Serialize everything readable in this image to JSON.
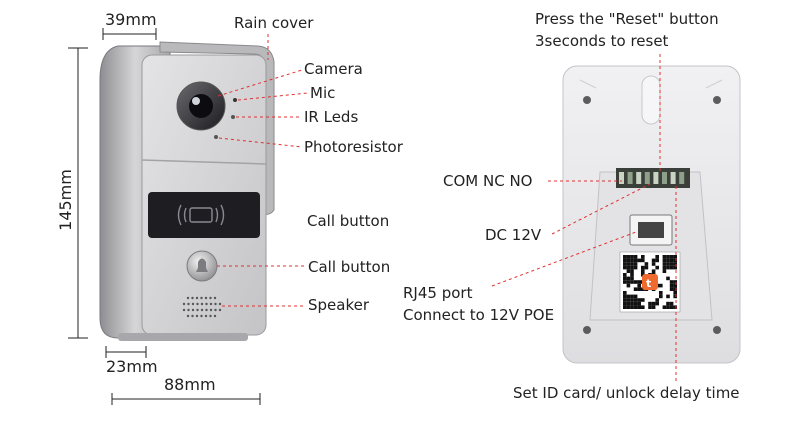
{
  "dimensions": {
    "width_top": "39mm",
    "height": "145mm",
    "depth_bottom": "23mm",
    "width_bottom": "88mm"
  },
  "front_labels": {
    "rain_cover": "Rain cover",
    "camera": "Camera",
    "mic": "Mic",
    "ir_leds": "IR Leds",
    "photoresistor": "Photoresistor",
    "card_area": "Call button",
    "call_button": "Call button",
    "speaker": "Speaker"
  },
  "back_labels": {
    "reset_line1": "Press the \"Reset\" button",
    "reset_line2": "3seconds to reset",
    "com_nc_no": "COM NC NO",
    "dc_12v": "DC 12V",
    "rj45_line1": "RJ45 port",
    "rj45_line2": "Connect to 12V POE",
    "set_id": "Set ID card/ unlock delay time"
  },
  "colors": {
    "leader": "#e23030",
    "housing": "#c9c9cb",
    "panel": "#d9d9db",
    "card_area": "#1d1d22",
    "back_plate": "#e9e9eb"
  }
}
